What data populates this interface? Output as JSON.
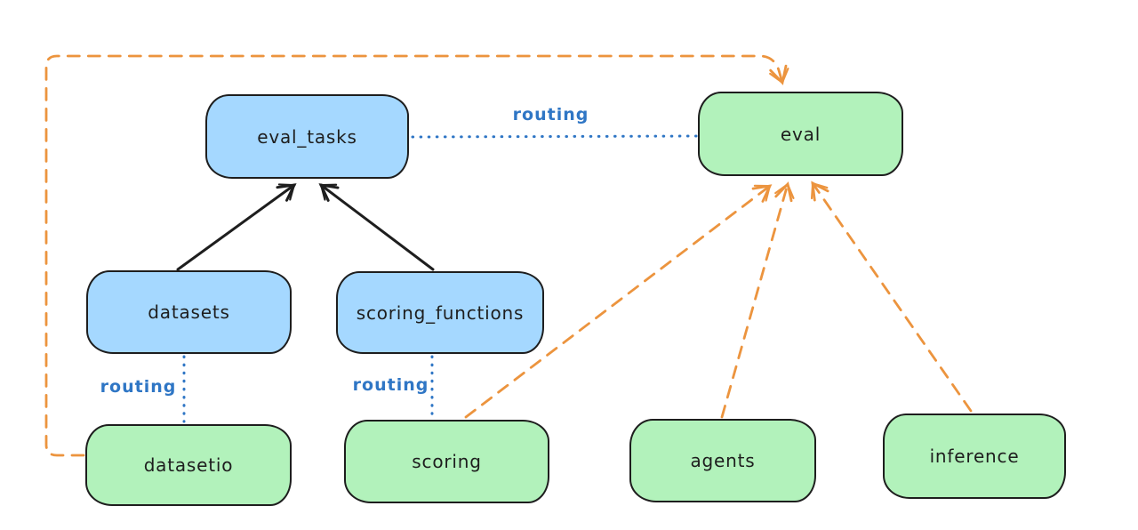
{
  "diagram": {
    "nodes": [
      {
        "id": "eval_tasks",
        "label": "eval_tasks",
        "fill": "blue"
      },
      {
        "id": "eval",
        "label": "eval",
        "fill": "green"
      },
      {
        "id": "datasets",
        "label": "datasets",
        "fill": "blue"
      },
      {
        "id": "scoring_functions",
        "label": "scoring_functions",
        "fill": "blue"
      },
      {
        "id": "datasetio",
        "label": "datasetio",
        "fill": "green"
      },
      {
        "id": "scoring",
        "label": "scoring",
        "fill": "green"
      },
      {
        "id": "agents",
        "label": "agents",
        "fill": "green"
      },
      {
        "id": "inference",
        "label": "inference",
        "fill": "green"
      }
    ],
    "edges": [
      {
        "from": "datasets",
        "to": "eval_tasks",
        "style": "solid-black-arrow",
        "label": ""
      },
      {
        "from": "scoring_functions",
        "to": "eval_tasks",
        "style": "solid-black-arrow",
        "label": ""
      },
      {
        "from": "eval_tasks",
        "to": "eval",
        "style": "dotted-blue",
        "label": "routing"
      },
      {
        "from": "datasets",
        "to": "datasetio",
        "style": "dotted-blue",
        "label": "routing"
      },
      {
        "from": "scoring_functions",
        "to": "scoring",
        "style": "dotted-blue",
        "label": "routing"
      },
      {
        "from": "datasetio",
        "to": "eval",
        "style": "dashed-orange-arrow",
        "label": ""
      },
      {
        "from": "scoring",
        "to": "eval",
        "style": "dashed-orange-arrow",
        "label": ""
      },
      {
        "from": "agents",
        "to": "eval",
        "style": "dashed-orange-arrow",
        "label": ""
      },
      {
        "from": "inference",
        "to": "eval",
        "style": "dashed-orange-arrow",
        "label": ""
      }
    ],
    "edge_labels": [
      {
        "id": "routing-top",
        "text": "routing"
      },
      {
        "id": "routing-left",
        "text": "routing"
      },
      {
        "id": "routing-middle",
        "text": "routing"
      }
    ],
    "colors": {
      "background": "#ffffff",
      "node_stroke": "#1e1e1e",
      "blue_fill": "#a5d8ff",
      "green_fill": "#b2f2bb",
      "routing_blue": "#2f76c5",
      "orange": "#ec943e"
    }
  }
}
